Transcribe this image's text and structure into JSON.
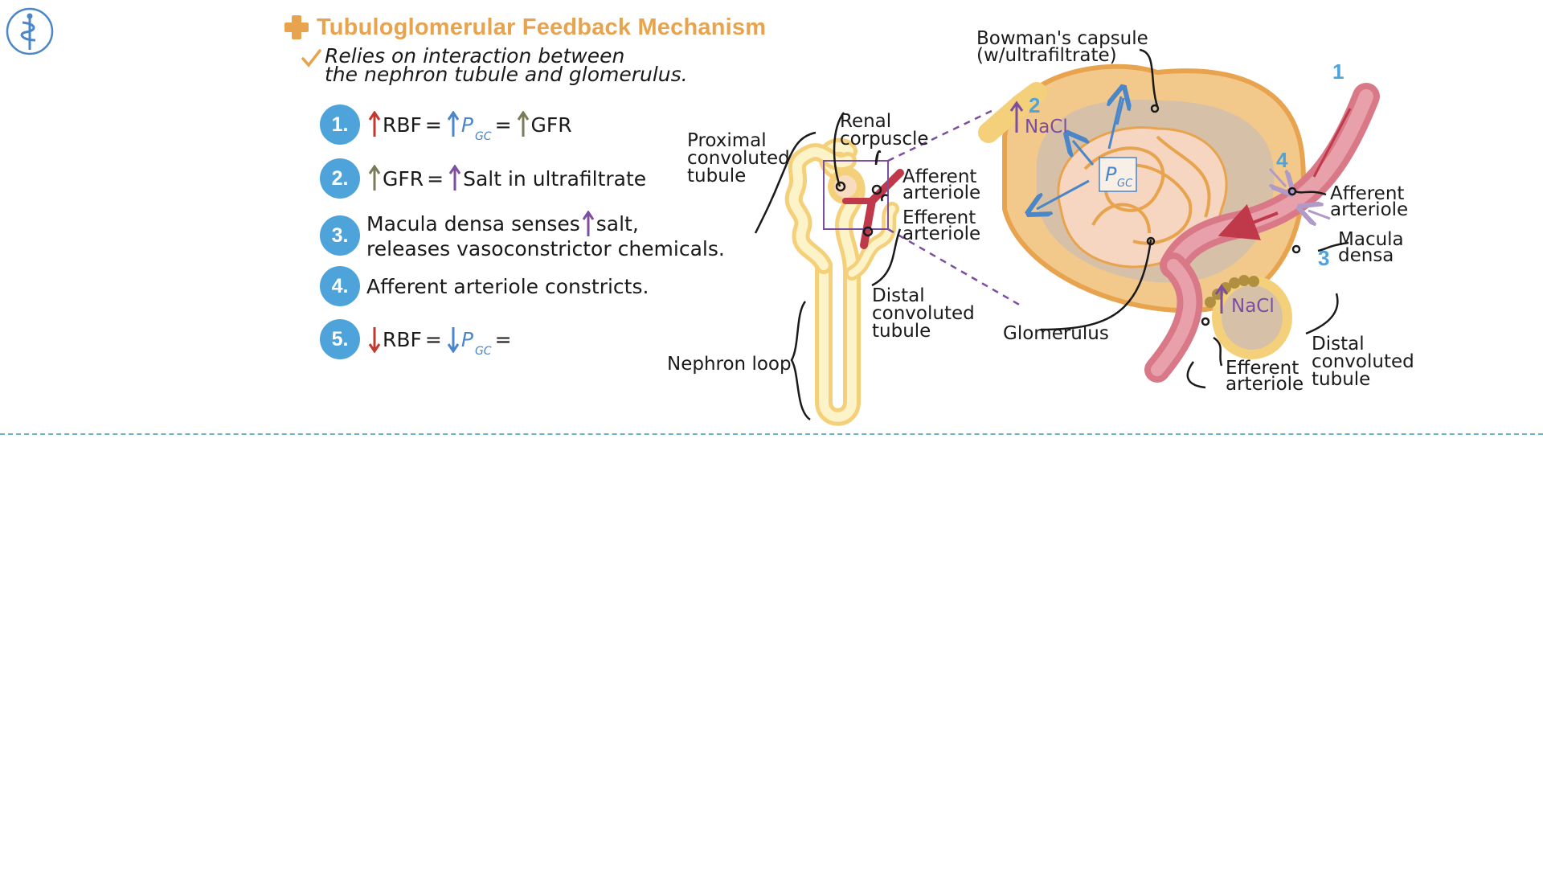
{
  "title": "Tubuloglomerular Feedback Mechanism",
  "intro": {
    "line1": "Relies on interaction between",
    "line2": "the nephron tubule and glomerulus."
  },
  "steps": [
    {
      "num": "1.",
      "rbf": "RBF",
      "eq": "=",
      "p": "P",
      "gc": "GC",
      "eq2": "=",
      "gfr": "GFR"
    },
    {
      "num": "2.",
      "gfr": "GFR",
      "eq": "=",
      "salt": "Salt in ultrafiltrate"
    },
    {
      "num": "3.",
      "line1a": "Macula densa senses",
      "line1b": "salt,",
      "line2": "releases vasoconstrictor chemicals."
    },
    {
      "num": "4.",
      "text": "Afferent arteriole constricts."
    },
    {
      "num": "5.",
      "rbf": "RBF",
      "eq": "=",
      "p": "P",
      "gc": "GC",
      "eq2": "="
    }
  ],
  "diagram_left": {
    "proximal": [
      "Proximal",
      "convoluted",
      "tubule"
    ],
    "renal": [
      "Renal",
      "corpuscle"
    ],
    "afferent": [
      "Afferent",
      "arteriole"
    ],
    "efferent": [
      "Efferent",
      "arteriole"
    ],
    "distal": [
      "Distal",
      "convoluted",
      "tubule"
    ],
    "loop": "Nephron loop"
  },
  "diagram_right": {
    "bowman": [
      "Bowman's capsule",
      "(w/ultrafiltrate)"
    ],
    "nacl_top": "NaCl",
    "pgc_p": "P",
    "pgc_sub": "GC",
    "glomerulus": "Glomerulus",
    "afferent": [
      "Afferent",
      "arteriole"
    ],
    "macula": [
      "Macula",
      "densa"
    ],
    "nacl_bottom": "NaCl",
    "distal": [
      "Distal",
      "convoluted",
      "tubule"
    ],
    "efferent": [
      "Efferent",
      "arteriole"
    ],
    "n1": "1",
    "n2": "2",
    "n3": "3",
    "n4": "4"
  },
  "colors": {
    "title": "#e8a34e",
    "step_circle": "#4fa3db",
    "arrow_red": "#c0392b",
    "arrow_blue": "#4a86c8",
    "arrow_olive": "#7b7a5a",
    "arrow_purple": "#7b4ea0",
    "dashed_divider": "#6fb3c8"
  },
  "icons": {
    "logo": "caduceus-icon",
    "title_bullet": "plus-icon",
    "intro_bullet": "check-icon"
  }
}
